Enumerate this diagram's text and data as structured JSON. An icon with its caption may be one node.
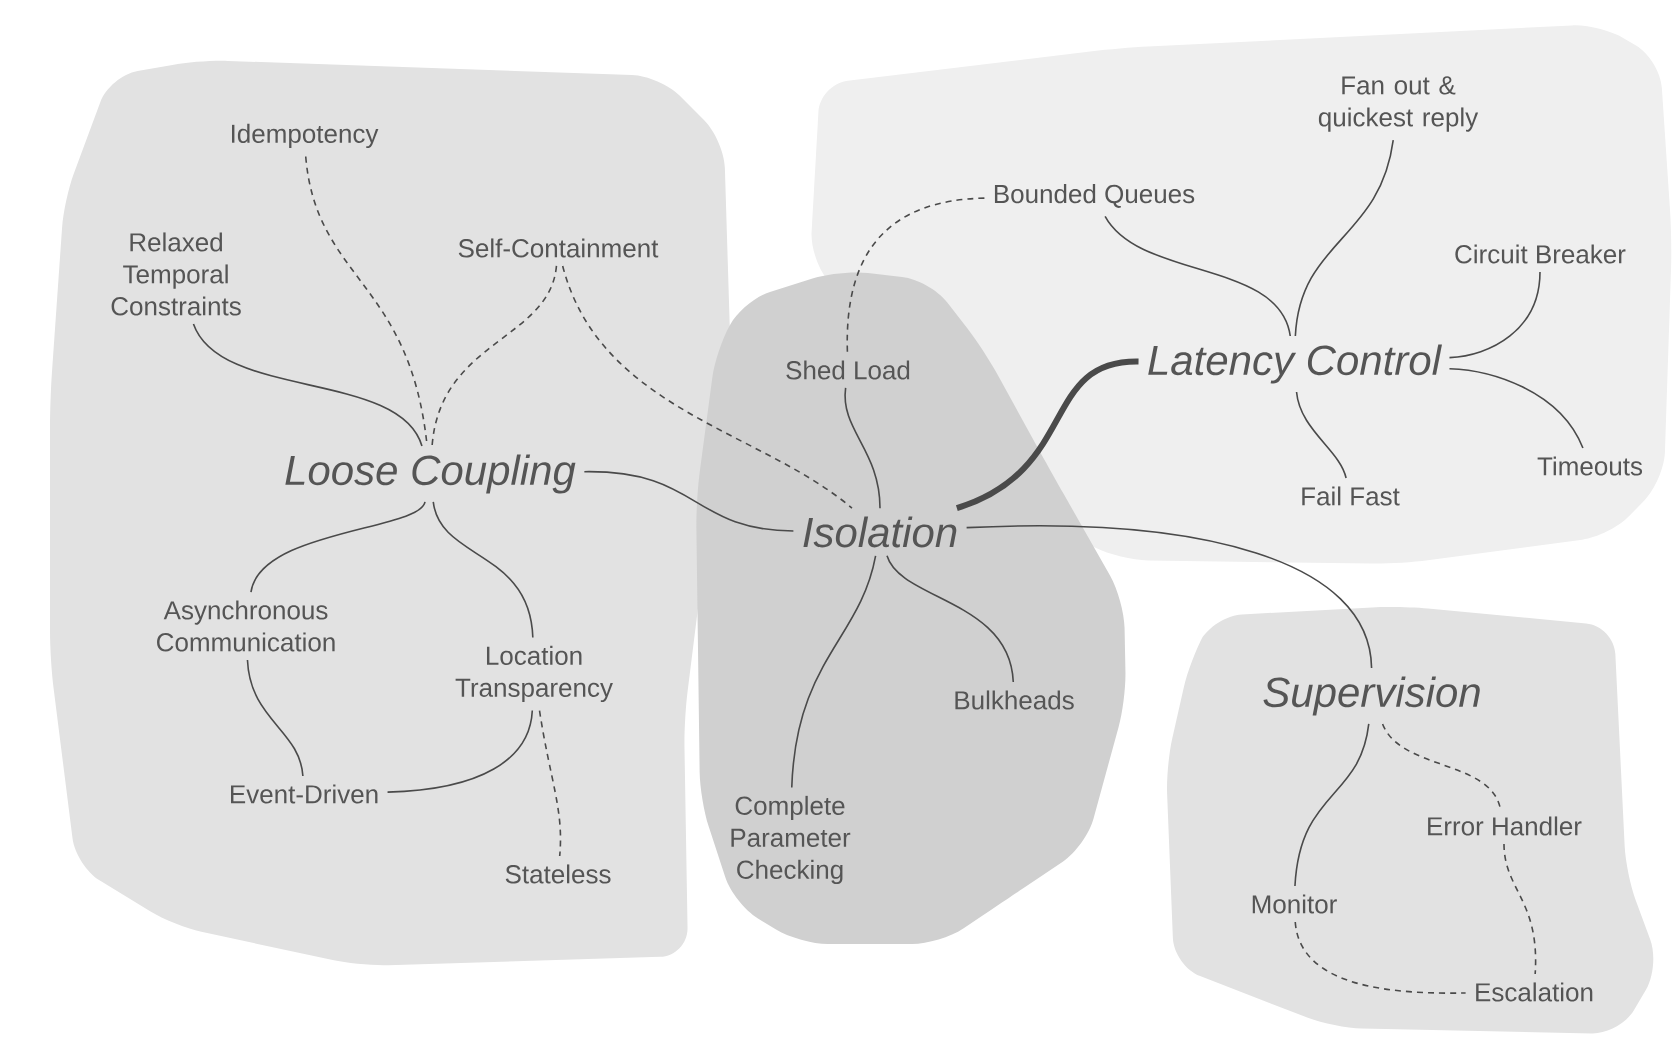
{
  "diagram": {
    "nodes": [
      {
        "text": [],
        "shape": "blob"
      },
      {
        "text": [],
        "shape": "blob"
      },
      {
        "text": [],
        "shape": "blob"
      },
      {
        "text": [],
        "shape": "blob"
      },
      {
        "text": [
          "Idempotency"
        ],
        "in": 0
      },
      {
        "text": [
          "Relaxed Temporal Constraints"
        ],
        "in": 0
      },
      {
        "text": [
          "Self-Containment"
        ],
        "in": 0
      },
      {
        "text": [
          "Loose Coupling"
        ],
        "in": 0
      },
      {
        "text": [
          "Asynchronous Communication"
        ],
        "in": 0
      },
      {
        "text": [
          "Location Transparency"
        ],
        "in": 0
      },
      {
        "text": [
          "Event-Driven"
        ],
        "in": 0
      },
      {
        "text": [
          "Stateless"
        ],
        "in": 0
      },
      {
        "text": [
          "Shed Load"
        ],
        "in": 1
      },
      {
        "text": [
          "Isolation"
        ],
        "in": 1
      },
      {
        "text": [
          "Bulkheads"
        ],
        "in": 1
      },
      {
        "text": [
          "Complete Parameter Checking"
        ],
        "in": 1
      },
      {
        "text": [
          "Fan out & quickest reply"
        ],
        "in": 2
      },
      {
        "text": [
          "Bounded Queues"
        ],
        "in": 2
      },
      {
        "text": [
          "Circuit Breaker"
        ],
        "in": 2
      },
      {
        "text": [
          "Latency Control"
        ],
        "in": 2
      },
      {
        "text": [
          "Fail Fast"
        ],
        "in": 2
      },
      {
        "text": [
          "Timeouts"
        ],
        "in": 2
      },
      {
        "text": [
          "Supervision"
        ],
        "in": 3
      },
      {
        "text": [
          "Error Handler"
        ],
        "in": 3
      },
      {
        "text": [
          "Monitor"
        ],
        "in": 3
      },
      {
        "text": [
          "Escalation"
        ],
        "in": 3
      }
    ],
    "edges": [
      {
        "from": 4,
        "to": 7,
        "arrow": "none",
        "style": "dashed"
      },
      {
        "from": 5,
        "to": 7,
        "arrow": "none"
      },
      {
        "from": 6,
        "to": 7,
        "arrow": "none",
        "style": "dashed"
      },
      {
        "from": 6,
        "to": 13,
        "arrow": "none",
        "style": "dashed"
      },
      {
        "from": 7,
        "to": 13,
        "arrow": "none"
      },
      {
        "from": 7,
        "to": 8,
        "arrow": "none"
      },
      {
        "from": 7,
        "to": 9,
        "arrow": "none"
      },
      {
        "from": 8,
        "to": 10,
        "arrow": "none"
      },
      {
        "from": 10,
        "to": 9,
        "arrow": "none"
      },
      {
        "from": 9,
        "to": 11,
        "arrow": "none",
        "style": "dashed"
      },
      {
        "from": 12,
        "to": 13,
        "arrow": "none"
      },
      {
        "from": 17,
        "to": 12,
        "arrow": "none",
        "style": "dashed"
      },
      {
        "from": 13,
        "to": 19,
        "arrow": "none",
        "style": "thick"
      },
      {
        "from": 13,
        "to": 14,
        "arrow": "none"
      },
      {
        "from": 13,
        "to": 15,
        "arrow": "none"
      },
      {
        "from": 13,
        "to": 22,
        "arrow": "none"
      },
      {
        "from": 16,
        "to": 19,
        "arrow": "none"
      },
      {
        "from": 17,
        "to": 19,
        "arrow": "none"
      },
      {
        "from": 18,
        "to": 19,
        "arrow": "none"
      },
      {
        "from": 21,
        "to": 19,
        "arrow": "none"
      },
      {
        "from": 20,
        "to": 19,
        "arrow": "none"
      },
      {
        "from": 22,
        "to": 24,
        "arrow": "none"
      },
      {
        "from": 22,
        "to": 23,
        "arrow": "none",
        "style": "dashed"
      },
      {
        "from": 23,
        "to": 25,
        "arrow": "none",
        "style": "dashed"
      },
      {
        "from": 24,
        "to": 25,
        "arrow": "none",
        "style": "dashed"
      }
    ]
  }
}
